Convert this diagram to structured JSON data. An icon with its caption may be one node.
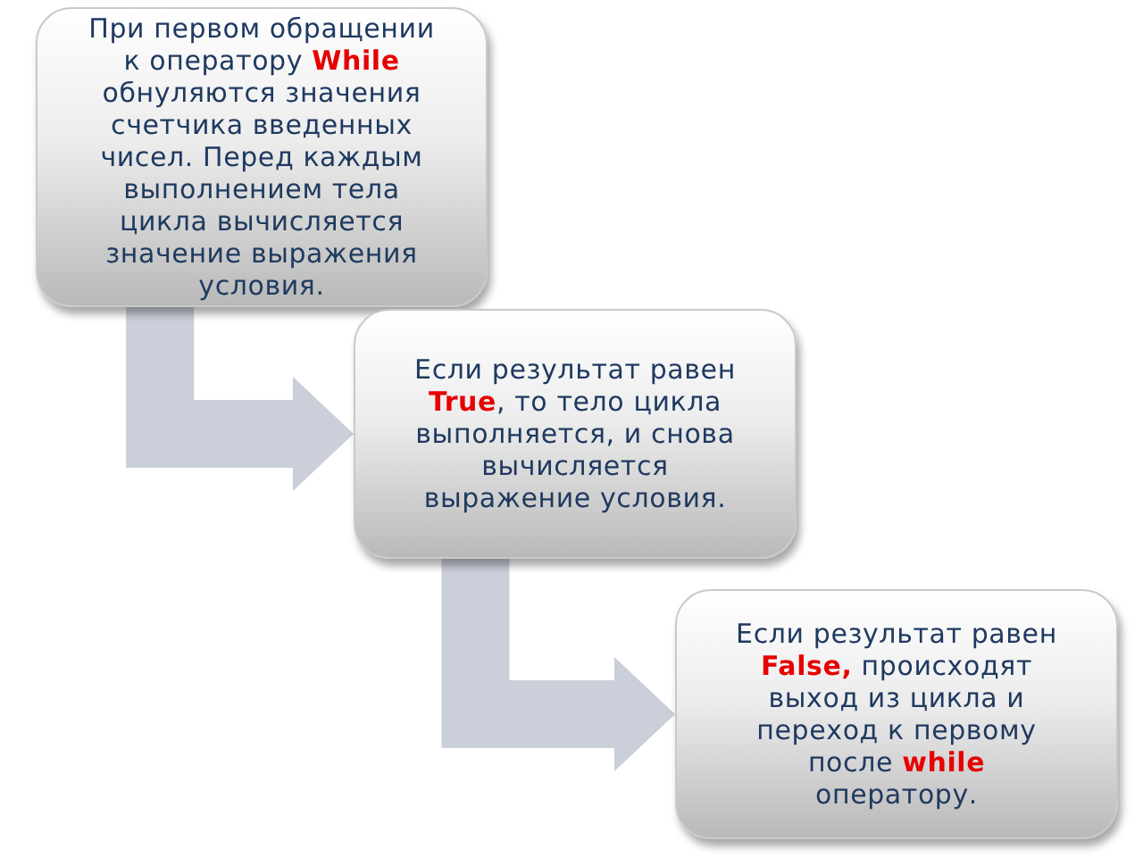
{
  "diagram": {
    "nodes": [
      {
        "text": [
          "При первом обращении к оператору **While** обнуляются значения счетчика введенных чисел. Перед каждым выполнением тела цикла вычисляется значение выражения условия."
        ]
      },
      {
        "text": [
          "Если результат равен **True**, то тело цикла выполняется, и снова вычисляется выражение условия."
        ]
      },
      {
        "text": [
          "Если результат равен **False,** происходят выход из цикла и переход к первому после **while** оператору."
        ]
      }
    ],
    "edges": [
      {
        "from": 0,
        "to": 1,
        "arrow": "to"
      },
      {
        "from": 1,
        "to": 2,
        "arrow": "to"
      }
    ]
  }
}
